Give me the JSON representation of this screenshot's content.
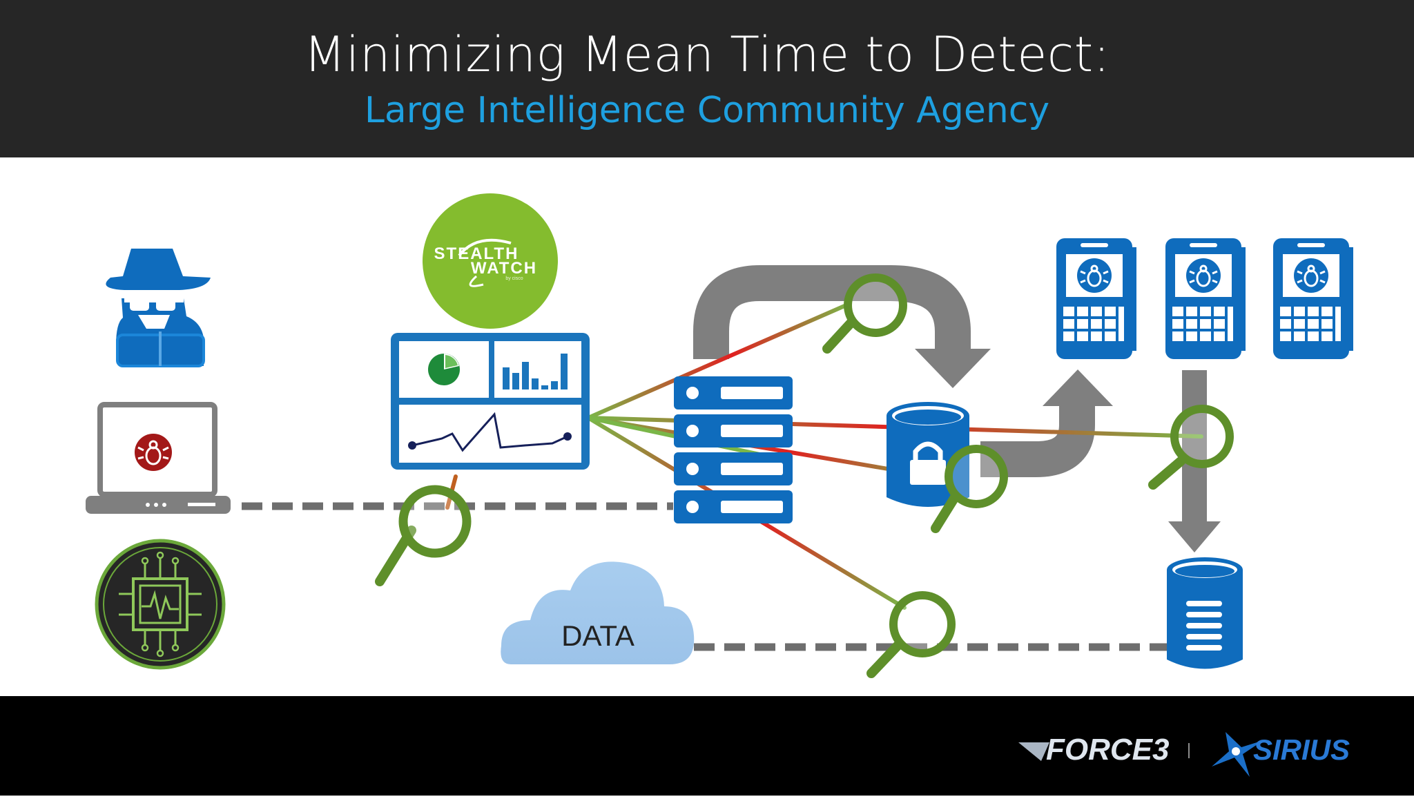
{
  "slide": {
    "title": "Minimizing Mean Time to Detect:",
    "subtitle": "Large Intelligence Community Agency"
  },
  "diagram": {
    "stealthwatch_logo": {
      "line1": "STEALTH",
      "line2": "WATCH",
      "byline": "by cisco"
    },
    "cloud_label": "DATA"
  },
  "footer": {
    "logo_left": "FORCE3",
    "logo_right": "SIRIUS"
  },
  "colors": {
    "header_bg": "#262626",
    "accent_blue": "#1ea0e0",
    "icon_blue": "#0f6cbd",
    "green": "#7ab648",
    "dark_green": "#5e8f2a",
    "red": "#e02020",
    "gray": "#808080"
  }
}
